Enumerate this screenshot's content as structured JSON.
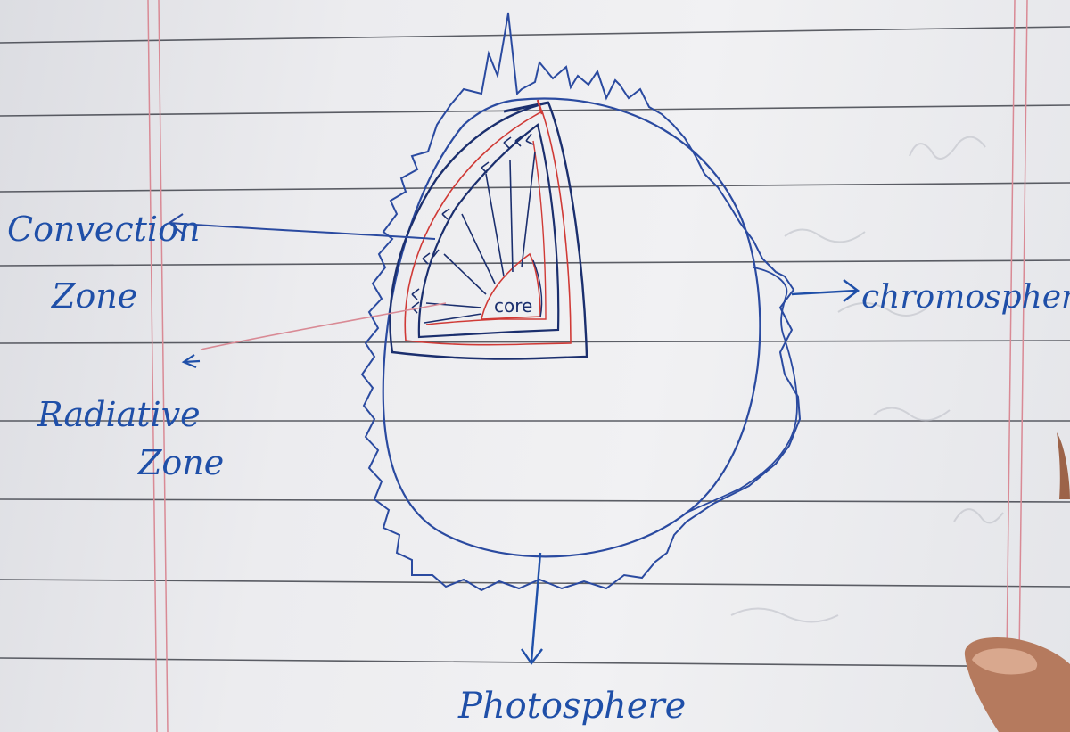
{
  "diagram": {
    "labels": {
      "convection": [
        "Convection",
        "Zone"
      ],
      "radiative": [
        "Radiative",
        "Zone"
      ],
      "chromosphere": "chromosphere",
      "photosphere": "Photosphere",
      "core": "core"
    },
    "colors": {
      "ink_blue": "#1f4fa8",
      "ink_dark": "#1b2f6e",
      "ink_red": "#d03a36",
      "margin_line": "#d98a95",
      "ruled_line": "#2a2d36"
    }
  }
}
